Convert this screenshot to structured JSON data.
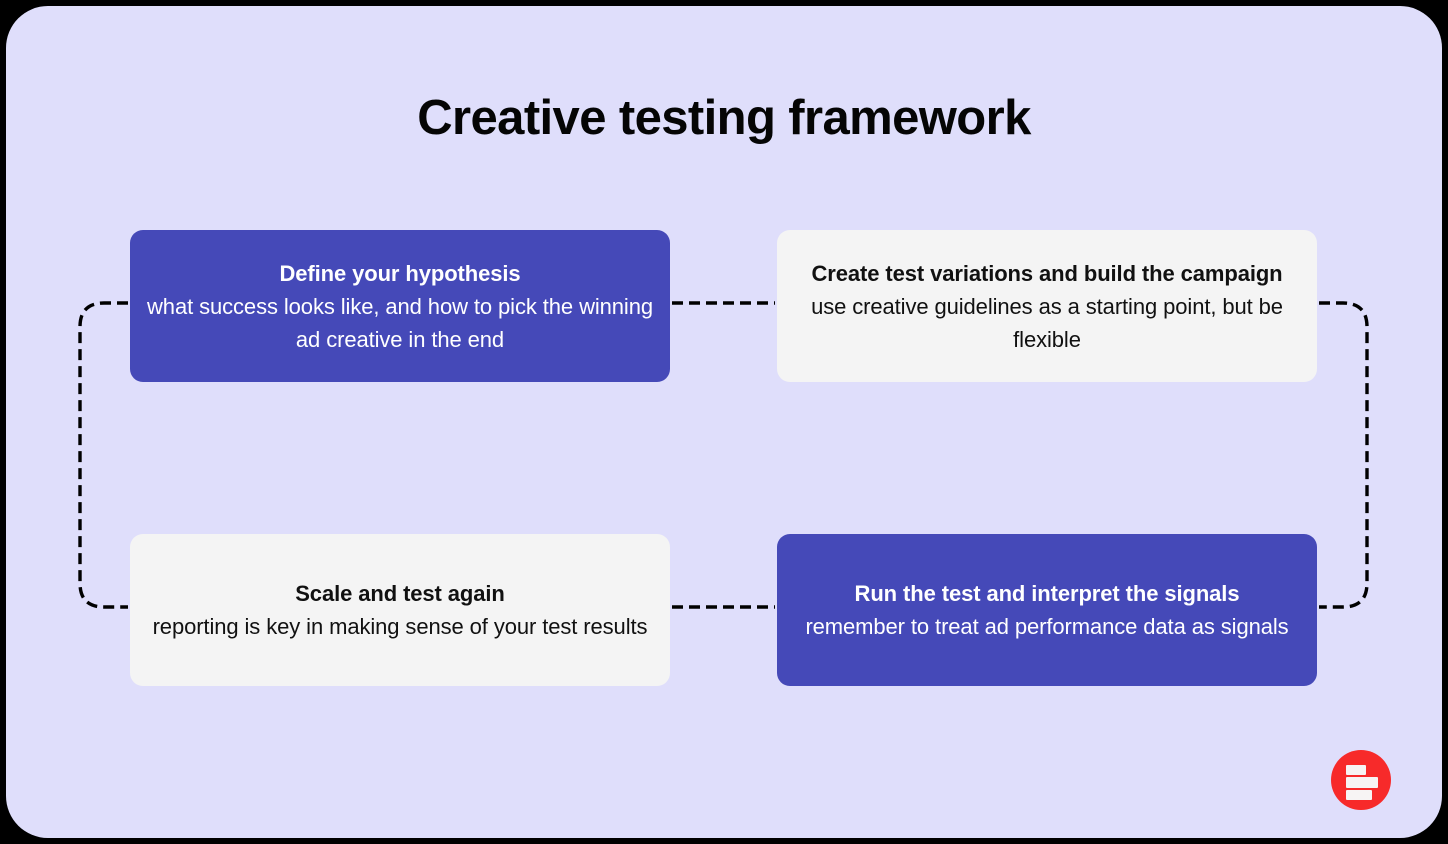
{
  "page": {
    "title": "Creative testing framework",
    "background_color": "#dfdefb",
    "outer_color": "#000000"
  },
  "colors": {
    "accent_purple": "#4549b8",
    "card_light": "#f4f4f4",
    "connector": "#000000",
    "logo_red": "#f72a2a",
    "text_dark": "#111111",
    "text_light": "#ffffff"
  },
  "cards": [
    {
      "id": "define-your-hypothesis",
      "heading": "Define your hypothesis",
      "body": "what success looks like, and how to pick the winning ad creative in the end",
      "style": "purple",
      "position": "top-left"
    },
    {
      "id": "create-test-variations",
      "heading": "Create test variations and build the campaign",
      "body": "use creative guidelines as a starting point, but be flexible",
      "style": "light",
      "position": "top-right"
    },
    {
      "id": "scale-and-test-again",
      "heading": "Scale and test again",
      "body": "reporting is key in making sense of your test results",
      "style": "light",
      "position": "bottom-left"
    },
    {
      "id": "run-the-test",
      "heading": "Run the test and interpret the signals",
      "body": "remember to treat ad performance data as signals",
      "style": "purple",
      "position": "bottom-right"
    }
  ],
  "connectors": [
    {
      "id": "top-horizontal",
      "from": "define-your-hypothesis",
      "to": "create-test-variations",
      "style": "dashed"
    },
    {
      "id": "right-vertical",
      "from": "create-test-variations",
      "to": "run-the-test",
      "style": "dashed"
    },
    {
      "id": "bottom-horizontal",
      "from": "run-the-test",
      "to": "scale-and-test-again",
      "style": "dashed"
    },
    {
      "id": "left-vertical",
      "from": "scale-and-test-again",
      "to": "define-your-hypothesis",
      "style": "dashed"
    }
  ],
  "logo": {
    "name": "brand-logo",
    "shape": "circle",
    "color": "#f72a2a",
    "bars": 3
  }
}
